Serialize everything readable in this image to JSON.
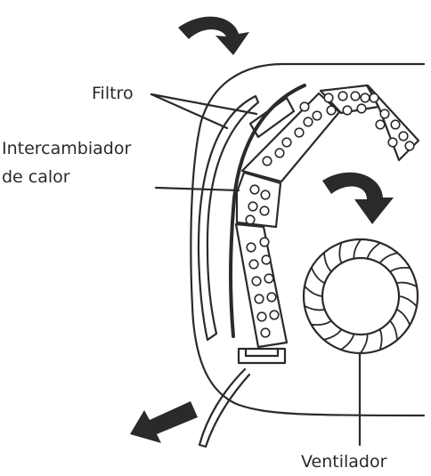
{
  "labels": {
    "filter": "Filtro",
    "heat_exchanger_line1": "Intercambiador",
    "heat_exchanger_line2": "de calor",
    "fan": "Ventilador"
  },
  "colors": {
    "stroke": "#2a2a2a",
    "arrow_fill": "#2a2a2a",
    "background": "#ffffff"
  },
  "icons": [
    "curved-arrow-icon",
    "curved-arrow-icon",
    "straight-arrow-icon"
  ]
}
